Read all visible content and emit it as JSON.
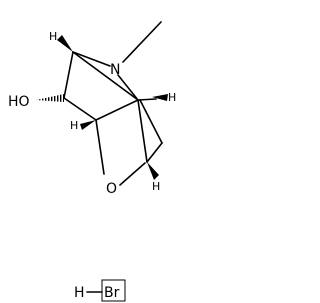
{
  "molecule": {
    "atoms": {
      "nitrogen": "N",
      "hydroxyl": "HO",
      "ring_oxygen": "O"
    },
    "stereo_hydrogen": "H",
    "salt": {
      "hydrogen": "H",
      "bromine": "Br"
    }
  }
}
